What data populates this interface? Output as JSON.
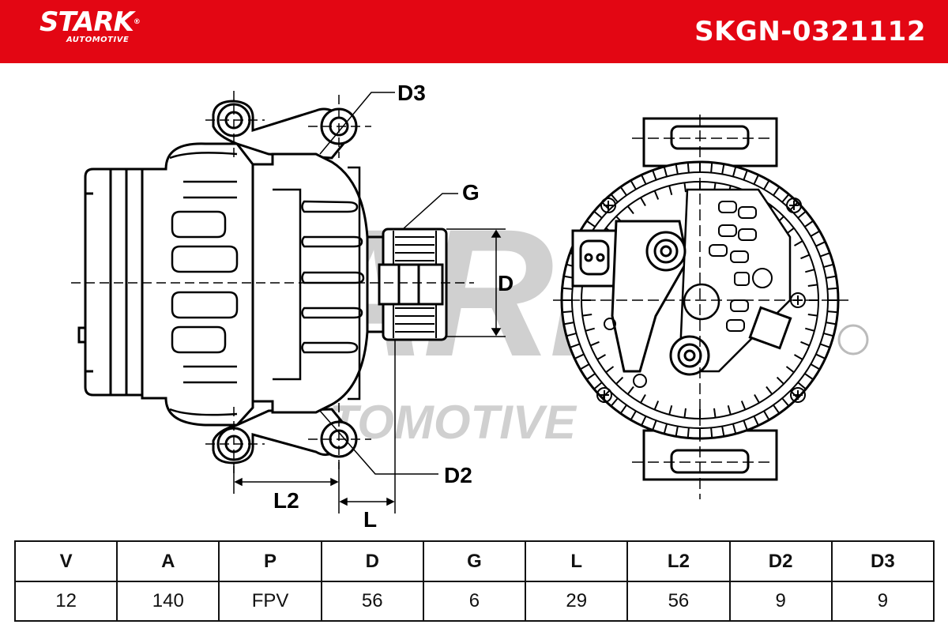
{
  "header": {
    "brand": "STARK",
    "brand_sub": "AUTOMOTIVE",
    "registered_mark": "®",
    "part_number": "SKGN-0321112",
    "background_color": "#e30613"
  },
  "drawing": {
    "watermark": "STARK",
    "watermark_sub": "AUTOMOTIVE",
    "labels": {
      "d3": "D3",
      "g": "G",
      "d": "D",
      "d2": "D2",
      "l2": "L2",
      "l": "L"
    }
  },
  "specs": {
    "headers": [
      "V",
      "A",
      "P",
      "D",
      "G",
      "L",
      "L2",
      "D2",
      "D3"
    ],
    "values": [
      "12",
      "140",
      "FPV",
      "56",
      "6",
      "29",
      "56",
      "9",
      "9"
    ]
  }
}
